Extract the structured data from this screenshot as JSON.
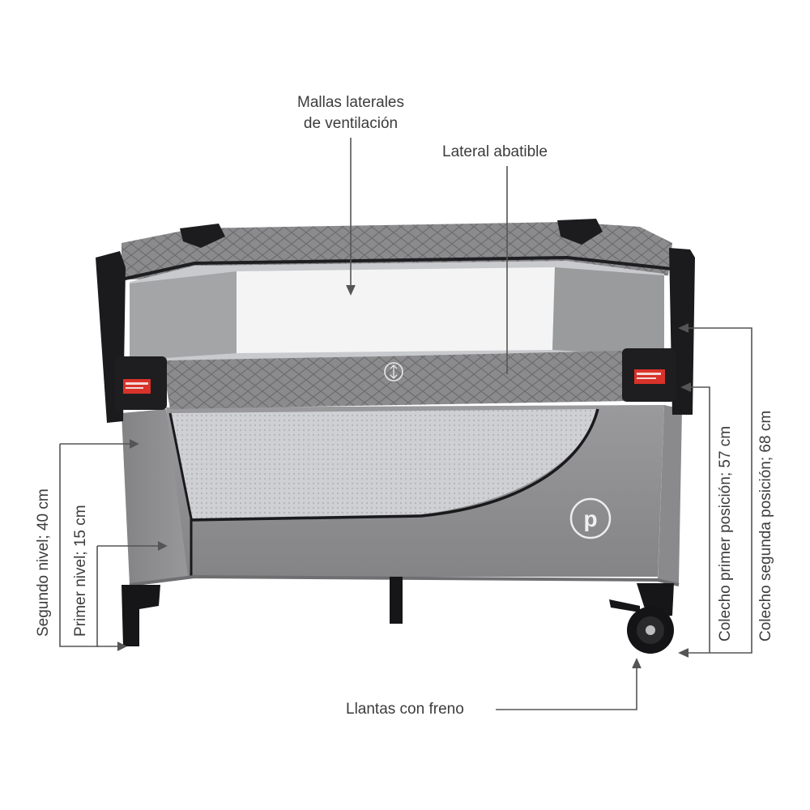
{
  "labels": {
    "mallas_line1": "Mallas laterales",
    "mallas_line2": "de ventilación",
    "lateral": "Lateral abatible",
    "llantas": "Llantas con freno",
    "segundo_nivel": "Segundo nivel; 40 cm",
    "primer_nivel": "Primer nivel; 15 cm",
    "colecho_primera": "Colecho primer posición; 57 cm",
    "colecho_segunda": "Colecho segunda posición; 68 cm"
  },
  "colors": {
    "frame": "#1b1b1d",
    "fabric_quilt": "#8c8c8e",
    "fabric_body": "#8f8f91",
    "mesh": "#d9dadc",
    "warning_label": "#d8322a",
    "leader_line": "#555555"
  }
}
